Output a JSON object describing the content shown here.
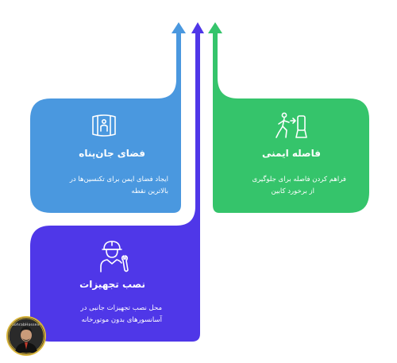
{
  "cards": {
    "shelter": {
      "title": "فضای جان‌پناه",
      "line1": "ایجاد فضای ایمن برای تکنسین‌ها در",
      "line2": "بالاترین نقطه",
      "icon": "shelter-cabin-icon",
      "color": "#4a98df"
    },
    "safety": {
      "title": "فاصله ایمنی",
      "line1": "فراهم کردن فاصله برای جلوگیری",
      "line2": "از برخورد کابین",
      "icon": "person-moving-away-icon",
      "color": "#35c46b"
    },
    "install": {
      "title": "نصب تجهیزات",
      "line1": "محل نصب تجهیزات جانبی در",
      "line2": "آسانسورهای بدون موتورخانه",
      "icon": "technician-wrench-icon",
      "color": "#4f37e8"
    }
  },
  "watermark": {
    "name": "SohrabHossein",
    "icon": "author-avatar-icon"
  }
}
